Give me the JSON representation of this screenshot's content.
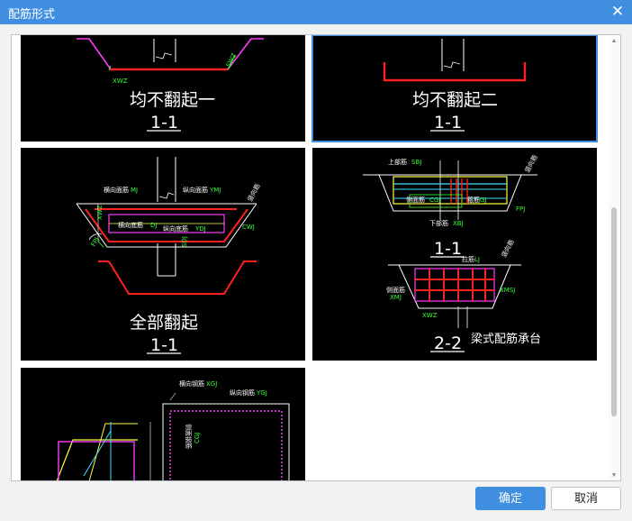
{
  "dialog": {
    "title": "配筋形式",
    "close_glyph": "✕",
    "ok_label": "确定",
    "cancel_label": "取消"
  },
  "options": [
    {
      "name": "均不翻起一",
      "section": "1-1",
      "codes": {
        "side": "XWZ",
        "bend": "SWZ"
      }
    },
    {
      "name": "均不翻起二",
      "section": "1-1",
      "selected": true
    },
    {
      "name": "全部翻起",
      "section": "1-1",
      "labels": {
        "top_transverse": "横向面筋",
        "top_transverse_code": "MJ",
        "top_longitudinal": "纵向面筋",
        "top_longitudinal_code": "YMJ",
        "bottom_transverse": "横向底筋",
        "bottom_transverse_code": "DJ",
        "bottom_longitudinal": "纵向底筋",
        "bottom_longitudinal_code": "YDJ",
        "slope": "竖向筋",
        "codes": [
          "XWZ",
          "CWJ",
          "FPJ",
          "SDJ"
        ]
      }
    },
    {
      "name": "梁式配筋承台",
      "section_top": "1-1",
      "section_bottom": "2-2",
      "labels": {
        "upper": "上部筋",
        "upper_code": "SBJ",
        "lower": "下部筋",
        "lower_code": "XBJ",
        "side": "侧面筋",
        "side_code": "CGJ",
        "stirrup": "箍筋",
        "stirrup_code": "GJ",
        "slope": "竖向筋",
        "tie": "拉筋",
        "codes": [
          "FPJ",
          "XWZ",
          "XMSJ",
          "XMJ",
          "LJ"
        ]
      }
    },
    {
      "name": "",
      "labels": {
        "transverse": "横向钢筋",
        "transverse_code": "XGJ",
        "longitudinal": "纵向钢筋",
        "longitudinal_code": "YGJ",
        "side": "侧面钢筋",
        "side_code": "CGJ"
      }
    }
  ]
}
